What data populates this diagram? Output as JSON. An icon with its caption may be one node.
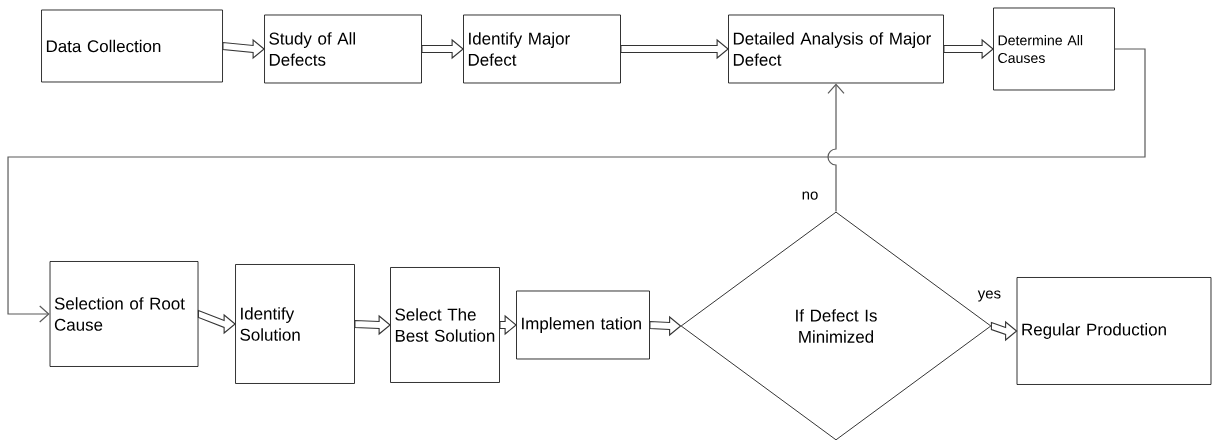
{
  "diagram": {
    "nodes": [
      {
        "text": [
          "Data Collection"
        ]
      },
      {
        "text": [
          "Study of All Defects"
        ]
      },
      {
        "text": [
          "Identify Major Defect"
        ]
      },
      {
        "text": [
          "Detailed Analysis of Major Defect"
        ]
      },
      {
        "text": [
          "Determine All Causes"
        ]
      },
      {
        "text": [
          "Selection of Root Cause"
        ]
      },
      {
        "text": [
          "Identify Solution"
        ]
      },
      {
        "text": [
          "Select The Best Solution"
        ]
      },
      {
        "text": [
          "Implemen tation"
        ]
      },
      {
        "text": [
          "If Defect Is Minimized"
        ]
      },
      {
        "text": [
          "Regular Production"
        ]
      }
    ],
    "edges": [
      {
        "from": 0,
        "to": 1,
        "arrow": "to"
      },
      {
        "from": 1,
        "to": 2,
        "arrow": "to"
      },
      {
        "from": 2,
        "to": 3,
        "arrow": "to"
      },
      {
        "from": 3,
        "to": 4,
        "arrow": "to"
      },
      {
        "from": 4,
        "to": 5,
        "arrow": "to",
        "color": "#595959"
      },
      {
        "from": 5,
        "to": 6,
        "arrow": "to"
      },
      {
        "from": 6,
        "to": 7,
        "arrow": "to"
      },
      {
        "from": 7,
        "to": 8,
        "arrow": "to"
      },
      {
        "from": 8,
        "to": 9,
        "arrow": "to"
      },
      {
        "from": 9,
        "to": 10,
        "arrow": "to",
        "label": "yes"
      },
      {
        "from": 9,
        "to": 3,
        "arrow": "to",
        "label": "no",
        "color": "#595959"
      }
    ]
  }
}
